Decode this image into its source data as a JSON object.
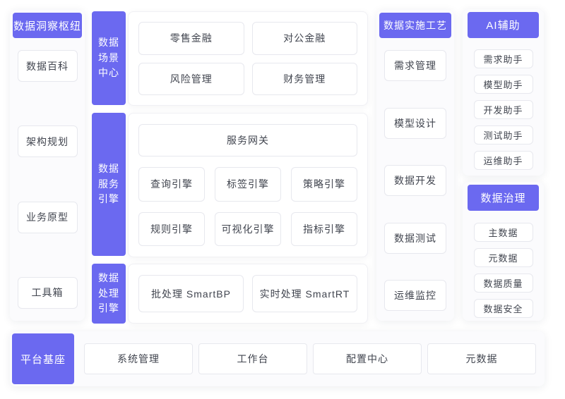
{
  "colors": {
    "accent": "#6b69f0",
    "box_border": "#e7e8ee",
    "text": "#41454f",
    "panel_bg": "#fbfbfd"
  },
  "left_panel": {
    "title": "数据洞察枢纽",
    "items": [
      "数据百科",
      "架构规划",
      "业务原型",
      "工具箱"
    ]
  },
  "middle": {
    "scene": {
      "label": "数据\n场景\n中心",
      "boxes": [
        "零售金融",
        "对公金融",
        "风险管理",
        "财务管理"
      ]
    },
    "service": {
      "label": "数据\n服务\n引擎",
      "gateway": "服务网关",
      "boxes": [
        "查询引擎",
        "标签引擎",
        "策略引擎",
        "规则引擎",
        "可视化引擎",
        "指标引擎"
      ]
    },
    "processing": {
      "label": "数据\n处理\n引擎",
      "boxes": [
        "批处理 SmartBP",
        "实时处理 SmartRT"
      ]
    }
  },
  "process_panel": {
    "title": "数据实施工艺",
    "items": [
      "需求管理",
      "模型设计",
      "数据开发",
      "数据测试",
      "运维监控"
    ]
  },
  "ai_panel": {
    "title": "AI辅助",
    "items": [
      "需求助手",
      "模型助手",
      "开发助手",
      "测试助手",
      "运维助手"
    ]
  },
  "governance_panel": {
    "title": "数据治理",
    "items": [
      "主数据",
      "元数据",
      "数据质量",
      "数据安全"
    ]
  },
  "bottom_panel": {
    "title": "平台基座",
    "items": [
      "系统管理",
      "工作台",
      "配置中心",
      "元数据"
    ]
  }
}
